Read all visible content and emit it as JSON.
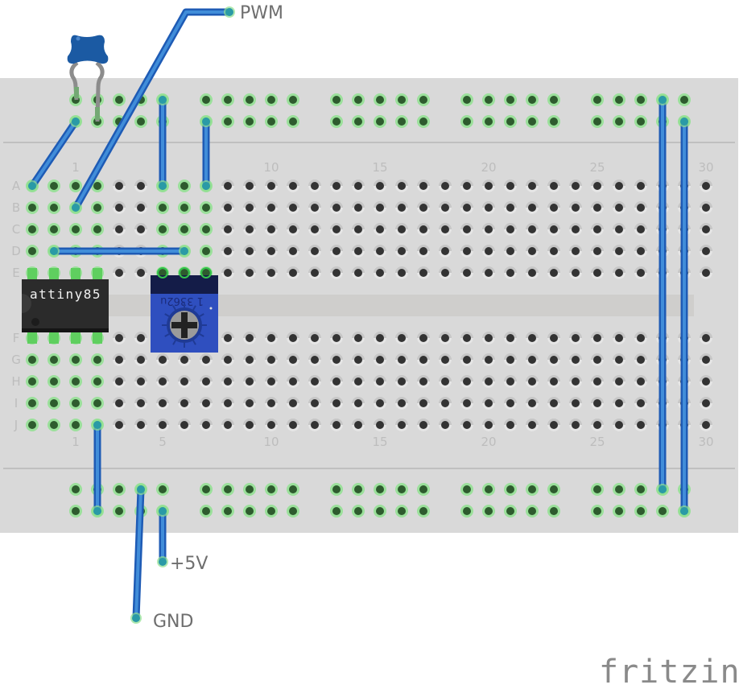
{
  "app": "Fritzing breadboard view",
  "logo": {
    "text": "fritzing"
  },
  "breadboard": {
    "column_count": 30,
    "column_labels_shown": [
      "1",
      "5",
      "10",
      "15",
      "20",
      "25",
      "30"
    ],
    "rows_top": [
      "A",
      "B",
      "C",
      "D",
      "E"
    ],
    "rows_bottom": [
      "F",
      "G",
      "H",
      "I",
      "J"
    ],
    "rail_groups": 5,
    "rail_holes_per_group": 5,
    "colors": {
      "board": "#d9d9d9",
      "hole_ring": "#c6c6c6",
      "hole_center": "#333333",
      "connected_ring": "#8fe08f",
      "connected_center": "#2e5b2e",
      "wire_outer": "#1e5bb5",
      "wire_inner": "#418dd9",
      "wire_end": "#2a9aa6"
    },
    "connected_main_columns_top": [
      -1,
      0,
      1,
      2,
      5,
      6,
      7
    ],
    "connected_main_columns_bottom": [
      -1,
      0,
      1,
      2
    ]
  },
  "components": {
    "chip": {
      "label": "attiny85",
      "row_top": "E",
      "row_bottom": "F",
      "columns": [
        -1,
        0,
        1,
        2
      ]
    },
    "potentiometer": {
      "label": "1 3362u",
      "columns": [
        5,
        6,
        7
      ],
      "row": "E"
    },
    "capacitor": {
      "name": "ceramic capacitor",
      "legs": [
        {
          "rail": "top",
          "row": 0,
          "col": 1
        },
        {
          "rail": "top",
          "row": 1,
          "col": 2
        }
      ]
    }
  },
  "wires": [
    {
      "name": "wire-cap-to-a-1",
      "from": {
        "type": "rail-top",
        "row": 1,
        "col": 1
      },
      "to": {
        "type": "main",
        "row": "A",
        "col": -1
      }
    },
    {
      "name": "wire-pwm",
      "from": {
        "type": "main",
        "row": "B",
        "col": 1
      },
      "via": {
        "type": "free",
        "at": "pwm-bend"
      },
      "to": {
        "type": "free",
        "at": "pwm"
      }
    },
    {
      "name": "wire-a5-rail",
      "from": {
        "type": "rail-top",
        "row": 0,
        "col": 5
      },
      "to": {
        "type": "main",
        "row": "A",
        "col": 5
      }
    },
    {
      "name": "wire-a7-rail",
      "from": {
        "type": "rail-top",
        "row": 1,
        "col": 7
      },
      "to": {
        "type": "main",
        "row": "A",
        "col": 7
      }
    },
    {
      "name": "wire-d0-d6",
      "from": {
        "type": "main",
        "row": "D",
        "col": 0
      },
      "to": {
        "type": "main",
        "row": "D",
        "col": 6
      }
    },
    {
      "name": "wire-j2-rail",
      "from": {
        "type": "main",
        "row": "J",
        "col": 2
      },
      "to": {
        "type": "rail-bottom",
        "row": 1,
        "col": 2
      }
    },
    {
      "name": "wire-gnd",
      "from": {
        "type": "rail-bottom",
        "row": 0,
        "col": 4
      },
      "to": {
        "type": "free",
        "at": "gnd"
      }
    },
    {
      "name": "wire-5v",
      "from": {
        "type": "rail-bottom",
        "row": 1,
        "col": 5
      },
      "to": {
        "type": "free",
        "at": "v5"
      }
    },
    {
      "name": "wire-rail-28",
      "from": {
        "type": "rail-top",
        "row": 0,
        "col": 28
      },
      "to": {
        "type": "rail-bottom",
        "row": 0,
        "col": 28
      }
    },
    {
      "name": "wire-rail-29",
      "from": {
        "type": "rail-top",
        "row": 1,
        "col": 29
      },
      "to": {
        "type": "rail-bottom",
        "row": 1,
        "col": 29
      }
    }
  ],
  "net_labels": {
    "pwm": "PWM",
    "v5": "+5V",
    "gnd": "GND"
  }
}
